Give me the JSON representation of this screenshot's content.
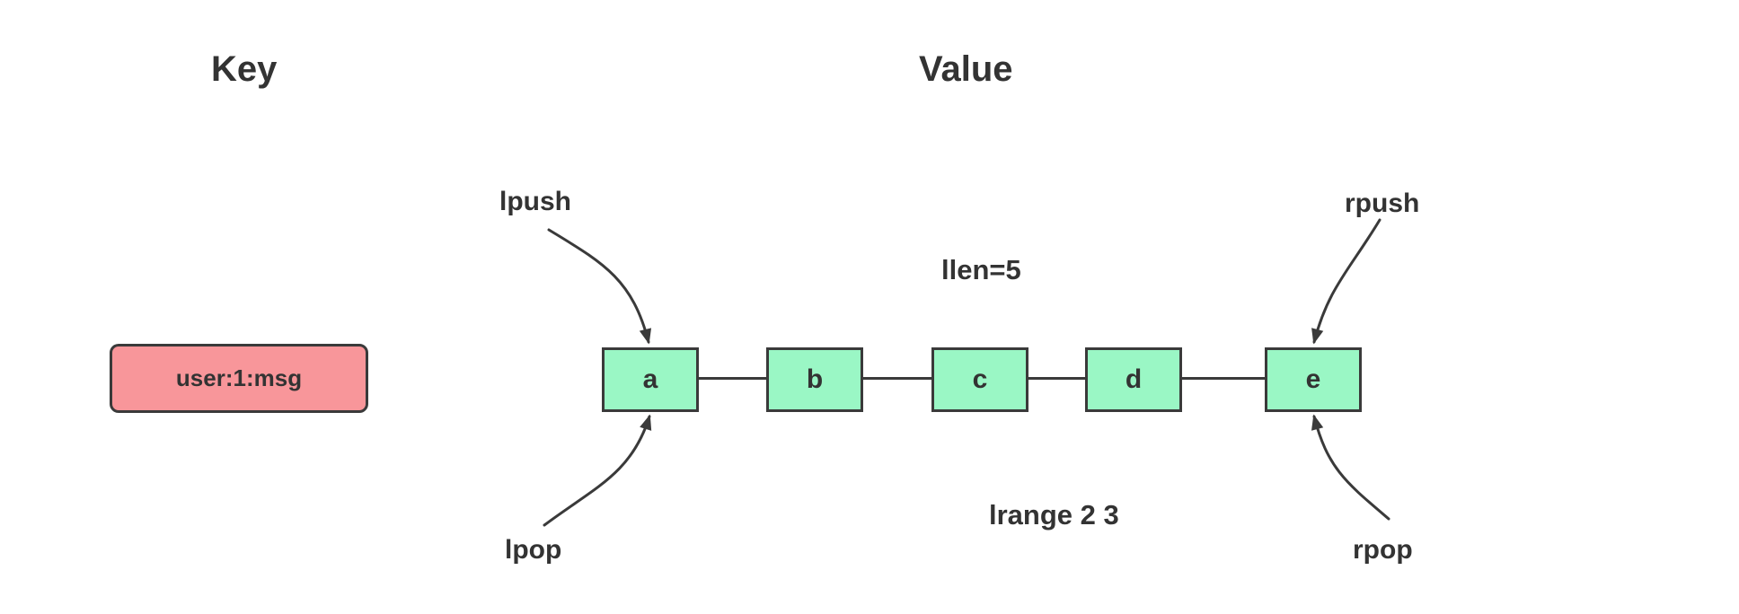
{
  "diagram": {
    "headers": {
      "key": "Key",
      "value": "Value"
    },
    "key_column": {
      "key_name": "user:1:msg"
    },
    "value_column": {
      "nodes": [
        "a",
        "b",
        "c",
        "d",
        "e"
      ],
      "length_annotation": "llen=5",
      "range_annotation": "lrange 2 3",
      "operations": {
        "left_push": "lpush",
        "left_pop": "lpop",
        "right_push": "rpush",
        "right_pop": "rpop"
      }
    },
    "colors": {
      "key_fill": "#F8969A",
      "node_fill": "#9AF7C5",
      "line": "#3A3A3A",
      "text": "#333333",
      "background": "#FFFFFF"
    }
  }
}
